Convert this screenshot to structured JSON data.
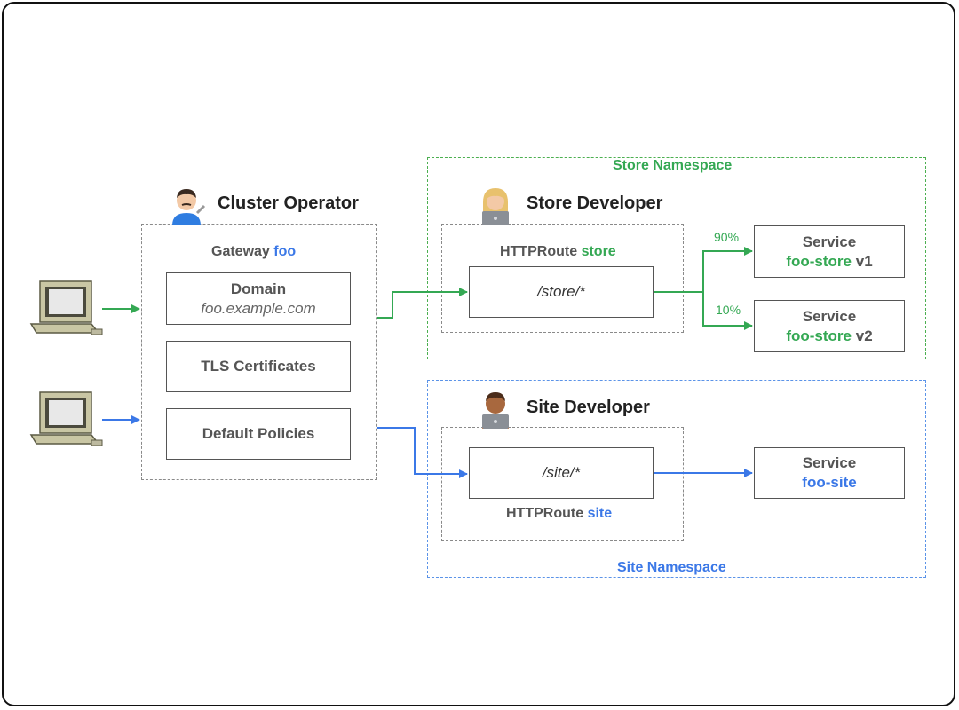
{
  "roles": {
    "cluster_operator": "Cluster Operator",
    "store_developer": "Store Developer",
    "site_developer": "Site Developer"
  },
  "namespaces": {
    "store": "Store Namespace",
    "site": "Site Namespace"
  },
  "gateway": {
    "prefix": "Gateway",
    "name": "foo",
    "domain_title": "Domain",
    "domain_value": "foo.example.com",
    "tls": "TLS Certificates",
    "policies": "Default Policies"
  },
  "store_route": {
    "prefix": "HTTPRoute",
    "name": "store",
    "path": "/store/*"
  },
  "site_route": {
    "prefix": "HTTPRoute",
    "name": "site",
    "path": "/site/*"
  },
  "services": {
    "v1": {
      "title": "Service",
      "name": "foo-store",
      "version": "v1",
      "weight": "90%"
    },
    "v2": {
      "title": "Service",
      "name": "foo-store",
      "version": "v2",
      "weight": "10%"
    },
    "site": {
      "title": "Service",
      "name": "foo-site"
    }
  },
  "colors": {
    "green": "#34a853",
    "blue": "#3b78e7",
    "store_accent": "#34a853",
    "site_accent": "#3b78e7"
  },
  "icons": [
    "computer-icon",
    "mechanic-person-icon",
    "developer-laptop-icon"
  ]
}
